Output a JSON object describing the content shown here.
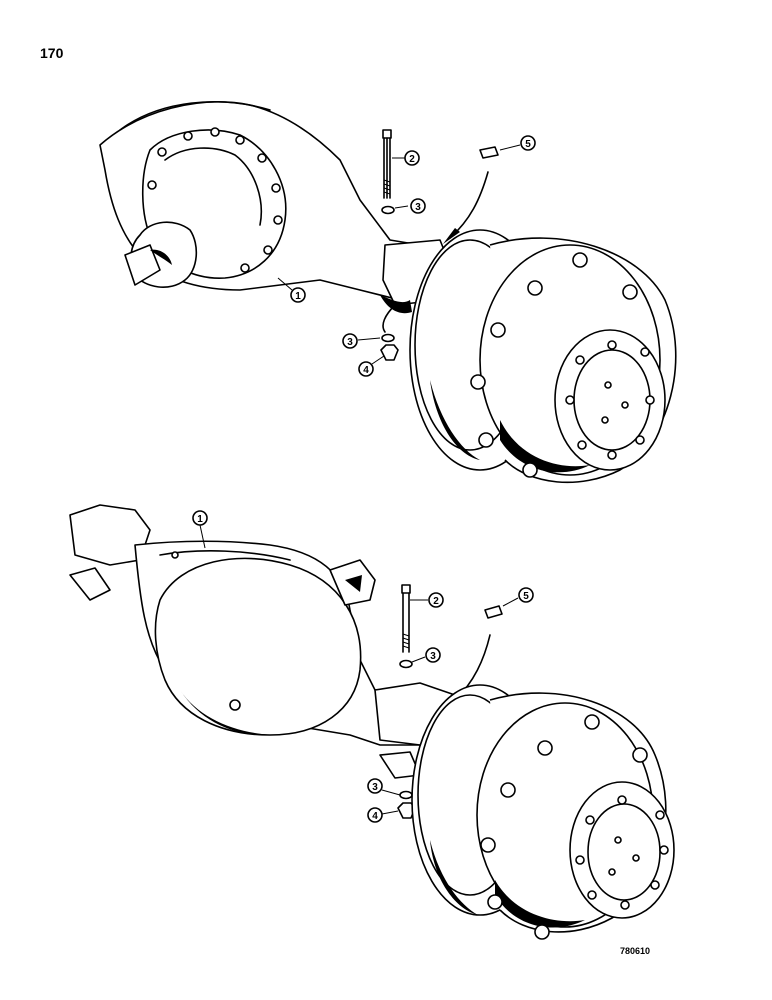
{
  "page": {
    "number": "170",
    "reference_code": "780610"
  },
  "diagrams": [
    {
      "name": "upper",
      "callouts": [
        {
          "id": "1",
          "label": "1"
        },
        {
          "id": "2",
          "label": "2"
        },
        {
          "id": "3a",
          "label": "3"
        },
        {
          "id": "3b",
          "label": "3"
        },
        {
          "id": "4",
          "label": "4"
        },
        {
          "id": "5",
          "label": "5"
        }
      ]
    },
    {
      "name": "lower",
      "callouts": [
        {
          "id": "1",
          "label": "1"
        },
        {
          "id": "2",
          "label": "2"
        },
        {
          "id": "3a",
          "label": "3"
        },
        {
          "id": "3b",
          "label": "3"
        },
        {
          "id": "4",
          "label": "4"
        },
        {
          "id": "5",
          "label": "5"
        }
      ]
    }
  ]
}
